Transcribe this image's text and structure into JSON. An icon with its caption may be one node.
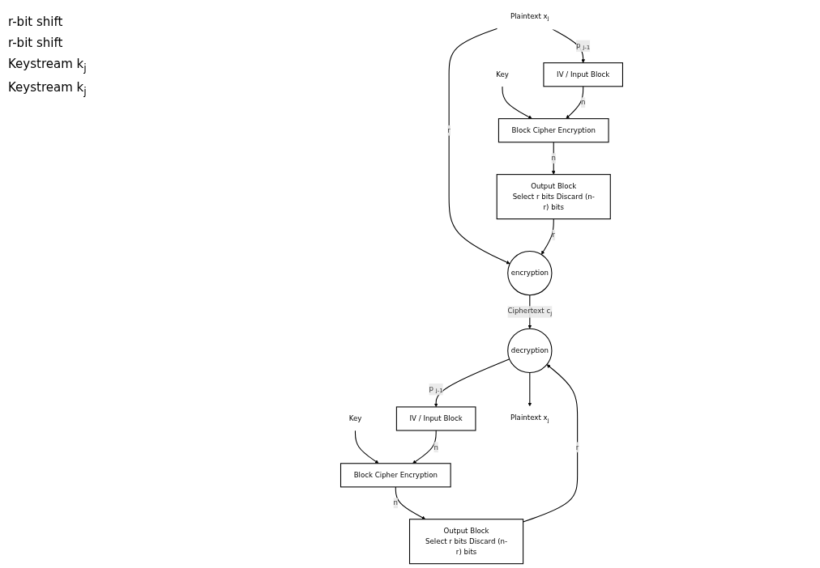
{
  "diagram": {
    "nodes": [
      {
        "text": [
          "Plaintext x$_{j}$"
        ]
      },
      {
        "text": [
          "Key"
        ]
      },
      {
        "text": [
          "IV / Input Block"
        ]
      },
      {
        "text": [
          "Block Cipher Encryption"
        ]
      },
      {
        "text": [
          "Output Block",
          "Select r bits Discard (n-r) bits"
        ]
      },
      {
        "text": [
          "encryption"
        ]
      },
      {
        "text": [
          "Key"
        ]
      },
      {
        "text": [
          "IV / Input Block"
        ]
      },
      {
        "text": [
          "Block Cipher Encryption"
        ]
      },
      {
        "text": [
          "Output Block",
          "Select r bits Discard (n-r) bits"
        ]
      },
      {
        "text": [
          "decryption"
        ]
      },
      {
        "text": [
          "Plaintext x$_{j}$"
        ]
      }
    ],
    "edges": [
      {
        "from": 0,
        "to": 5,
        "arrow": "to",
        "label": "r"
      },
      {
        "from": 0,
        "to": 2,
        "arrow": "to",
        "label": "p $_{j-1}$"
      },
      {
        "from": 1,
        "to": 3,
        "arrow": "to"
      },
      {
        "from": 2,
        "to": 3,
        "arrow": "to",
        "label": "n"
      },
      {
        "from": 3,
        "to": 4,
        "arrow": "to",
        "label": "n"
      },
      {
        "from": 4,
        "to": 5,
        "arrow": "to",
        "label": "r"
      },
      {
        "from": 5,
        "to": 10,
        "arrow": "to",
        "label": "Ciphertext c$_{j}$"
      },
      {
        "from": 6,
        "to": 8,
        "arrow": "to"
      },
      {
        "from": 7,
        "to": 8,
        "arrow": "to",
        "label": "n"
      },
      {
        "from": 8,
        "to": 9,
        "arrow": "to",
        "label": "n"
      },
      {
        "from": 9,
        "to": 10,
        "arrow": "to",
        "label": "r"
      },
      {
        "from": 10,
        "to": 11,
        "arrow": "to"
      },
      {
        "from": 10,
        "to": 7,
        "arrow": "to",
        "label": "p $_{j-1}$"
      }
    ],
    "labels": [
      "r-bit shift",
      "r-bit shift",
      "Keystream k$_{j}$",
      "Keystream k$_{j}$"
    ]
  }
}
